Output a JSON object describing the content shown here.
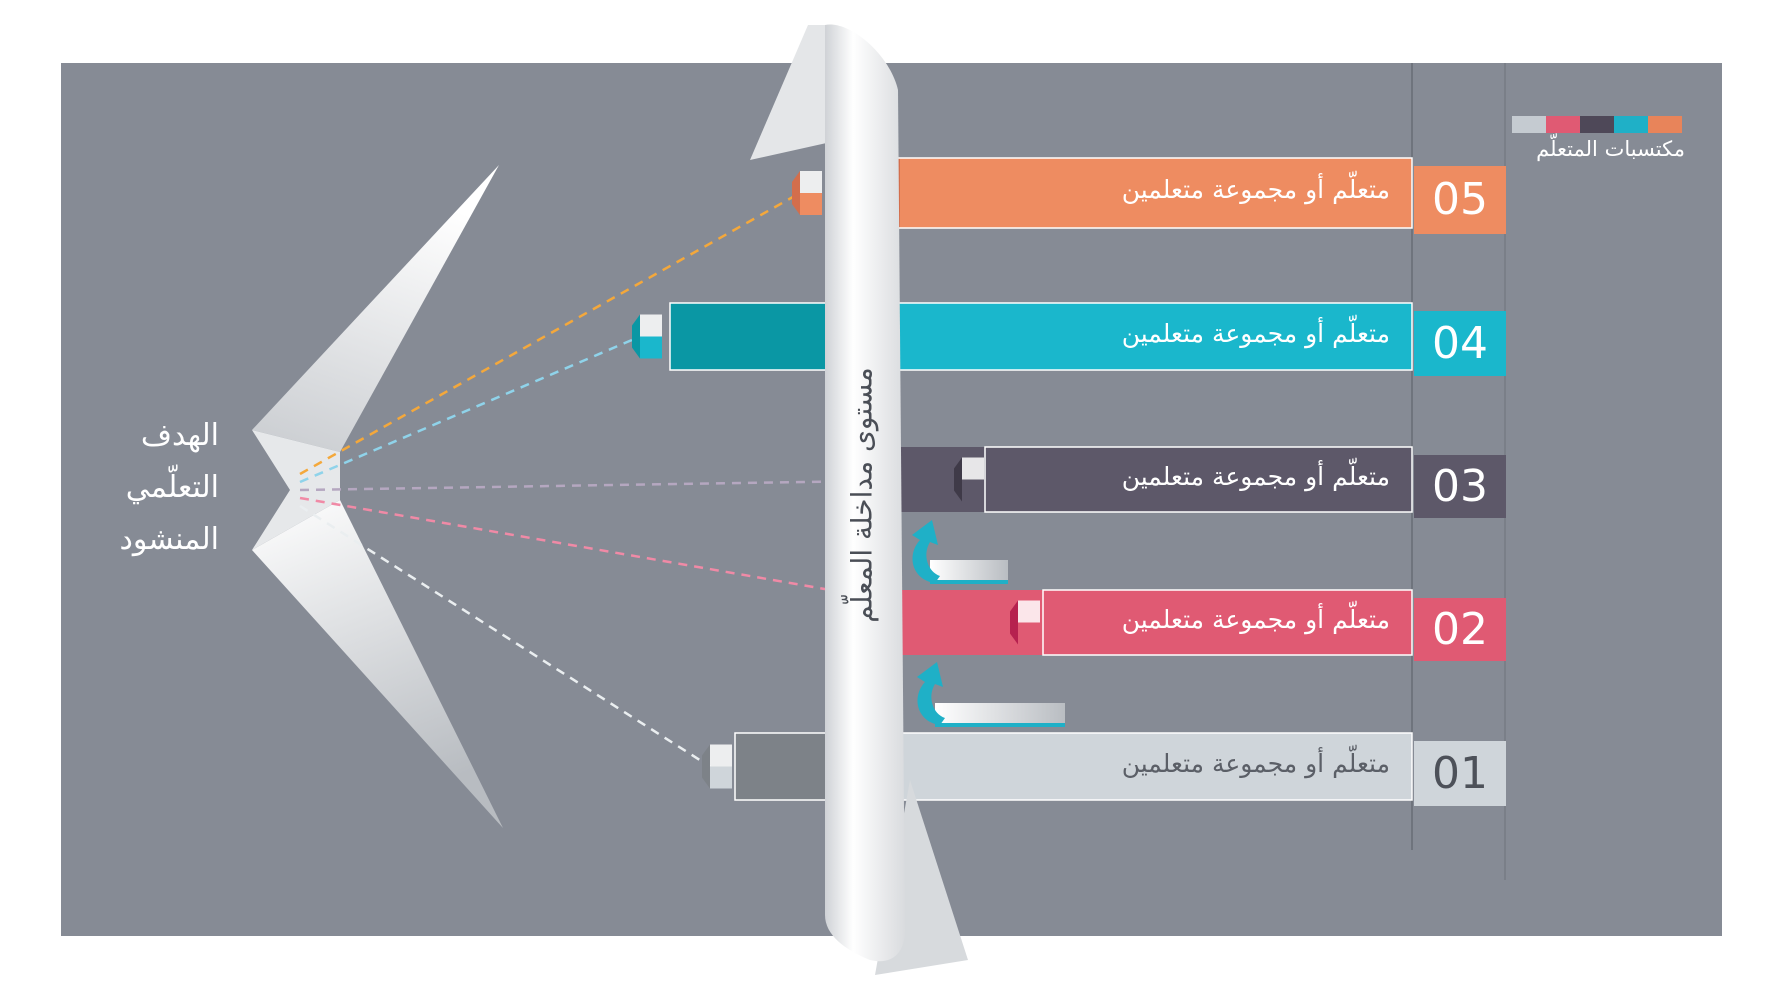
{
  "goal_label": {
    "line1": "الهدف",
    "line2": "التعلّمي",
    "line3": "المنشود"
  },
  "ribbon_label": "مستوى مداخلة المعلّم",
  "legend": {
    "label": "مكتسبات المتعلّم",
    "colors": [
      "#e8845a",
      "#1fb0c7",
      "#4e4858",
      "#e05a73",
      "#c5cbd1"
    ]
  },
  "rows": [
    {
      "number": "05",
      "text": "متعلّم أو مجموعة متعلمين",
      "color": "#ee8c61",
      "dark": "#d36e4c",
      "line": "#f4a83b"
    },
    {
      "number": "04",
      "text": "متعلّم أو مجموعة متعلمين",
      "color": "#1ab7cc",
      "dark": "#0a97a4",
      "line": "#8fd3ea"
    },
    {
      "number": "03",
      "text": "متعلّم أو مجموعة متعلمين",
      "color": "#5d5869",
      "dark": "#3f3a48",
      "line": "#b5a7c0"
    },
    {
      "number": "02",
      "text": "متعلّم أو مجموعة متعلمين",
      "color": "#e05a73",
      "dark": "#b6214f",
      "line": "#f08aa6"
    },
    {
      "number": "01",
      "text": "متعلّم أو مجموعة متعلمين",
      "color": "#cfd5da",
      "dark": "#7d8288",
      "line": "#eaeef0"
    }
  ]
}
